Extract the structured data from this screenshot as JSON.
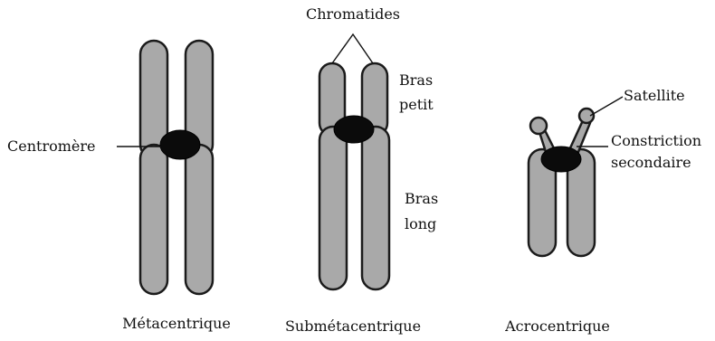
{
  "labels": {
    "chromatides": "Chromatides",
    "centromere": "Centromère",
    "bras_petit_line1": "Bras",
    "bras_petit_line2": "petit",
    "bras_long_line1": "Bras",
    "bras_long_line2": "long",
    "satellite": "Satellite",
    "constriction_line1": "Constriction",
    "constriction_line2": "secondaire"
  },
  "types": {
    "metacentric": "Métacentrique",
    "submetacentric": "Submétacentrique",
    "acrocentric": "Acrocentrique"
  },
  "colors": {
    "chromatid_fill": "#a9a9a9",
    "outline": "#1b1b1b",
    "centromere": "#0b0b0b"
  }
}
